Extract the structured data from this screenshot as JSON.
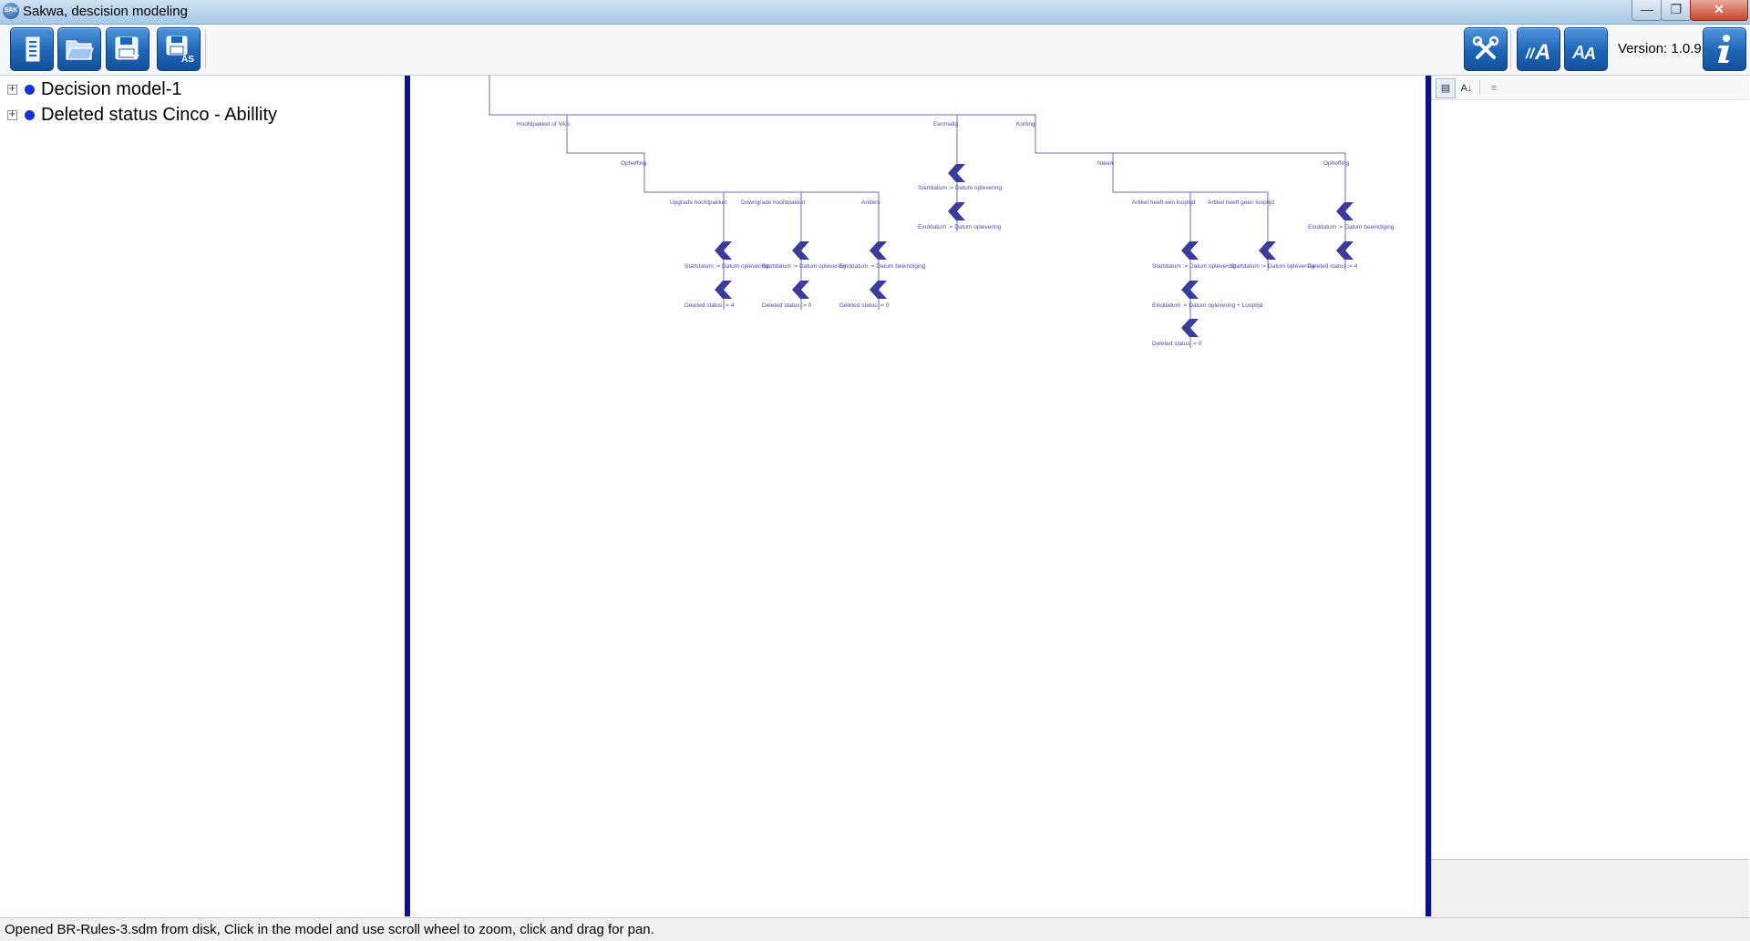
{
  "window": {
    "title": "Sakwa, descision modeling",
    "app_icon_text": "SAK"
  },
  "toolbar": {
    "buttons": [
      {
        "name": "new-model-button",
        "icon": "list-document-icon"
      },
      {
        "name": "open-button",
        "icon": "folder-open-icon"
      },
      {
        "name": "save-button",
        "icon": "floppy-save-icon"
      },
      {
        "name": "save-as-button",
        "icon": "floppy-save-as-icon",
        "badge": "AS"
      }
    ],
    "right_buttons": [
      {
        "name": "settings-button",
        "icon": "tools-icon"
      },
      {
        "name": "font-increase-button",
        "icon": "font-large-icon"
      },
      {
        "name": "font-decrease-button",
        "icon": "font-small-icon"
      },
      {
        "name": "info-button",
        "icon": "info-icon"
      }
    ],
    "version": "Version: 1.0.9"
  },
  "tree": {
    "items": [
      {
        "label": "Decision model-1",
        "expander": "+"
      },
      {
        "label": "Deleted status Cinco - Abillity",
        "expander": "+"
      }
    ]
  },
  "diagram": {
    "labels": {
      "hoofdpakket": "Hoofdpakket of VAS",
      "eenmalig": "Eenmalig",
      "korting": "Korting",
      "ophefling1": "Opheffing",
      "nieuw": "Nieuw",
      "opheffing2": "Opheffing",
      "upgrade": "Upgrade hoofdpakket",
      "downgrade": "Downgrade hoofdpakket",
      "anders": "Anders",
      "artikel_met": "Artikel heeft een looptijd",
      "artikel_zonder": "Artikel heeft geen looptijd",
      "r_start": "Startdatum := Datum oplevering",
      "r_eind": "Einddatum := Datum oplevering",
      "r_eind_beeind": "Einddatum := Datum beeindiging",
      "r_eind_loop": "Einddatum := Datum oplevering + Looptijd",
      "del4": "Deleted status := 4",
      "del0": "Deleted status := 0"
    }
  },
  "property_panel": {
    "buttons": [
      {
        "name": "categorized-button",
        "icon": "categorized-icon",
        "text": "▤"
      },
      {
        "name": "alphabetical-button",
        "icon": "sort-az-icon",
        "text": "A↓"
      },
      {
        "name": "property-pages-button",
        "icon": "property-pages-icon",
        "text": "≡"
      }
    ]
  },
  "statusbar": {
    "text": "Opened BR-Rules-3.sdm from disk, Click in the model and use scroll wheel to zoom, click and drag for pan."
  },
  "colors": {
    "splitter": "#0f0f8c",
    "node": "#3b3b9c",
    "tree_dot": "#1432d8"
  }
}
